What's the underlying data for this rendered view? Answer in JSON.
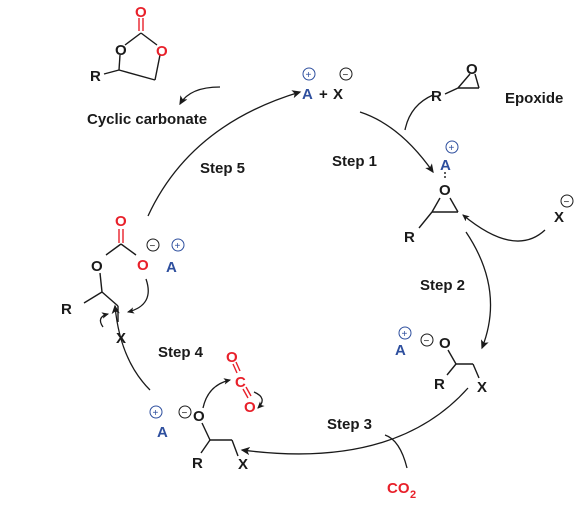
{
  "steps": [
    "Step 1",
    "Step 2",
    "Step 3",
    "Step 4",
    "Step 5"
  ],
  "labels": {
    "epoxide": "Epoxide",
    "cyclic_carbonate": "Cyclic carbonate",
    "co2_main": "CO",
    "co2_sub": "2"
  },
  "atoms": {
    "cation": "A",
    "anion": "X",
    "oxygen": "O",
    "carbon": "C",
    "r_group": "R",
    "plus": "+",
    "positive": "+",
    "negative": "−"
  },
  "colors": {
    "cation": "#2e4f9e",
    "carbonyl_and_co2": "#e8202a",
    "text": "#1a1a1a"
  }
}
